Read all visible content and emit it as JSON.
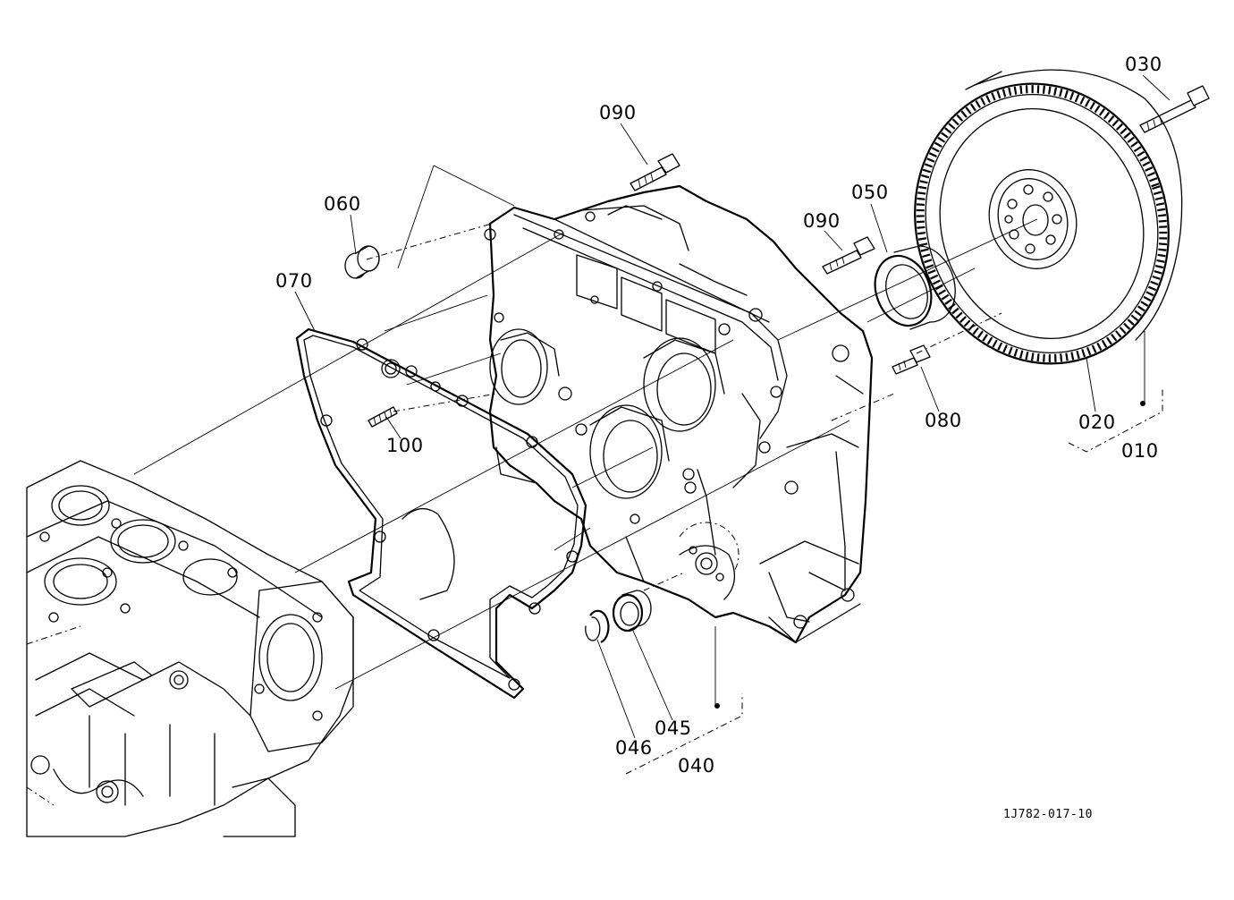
{
  "diagram": {
    "drawing_id": "1J782-017-10",
    "parts": [
      {
        "ref": "010"
      },
      {
        "ref": "020"
      },
      {
        "ref": "030"
      },
      {
        "ref": "040"
      },
      {
        "ref": "045"
      },
      {
        "ref": "046"
      },
      {
        "ref": "050"
      },
      {
        "ref": "060"
      },
      {
        "ref": "070"
      },
      {
        "ref": "080"
      },
      {
        "ref": "090"
      },
      {
        "ref": "090"
      },
      {
        "ref": "100"
      }
    ]
  }
}
